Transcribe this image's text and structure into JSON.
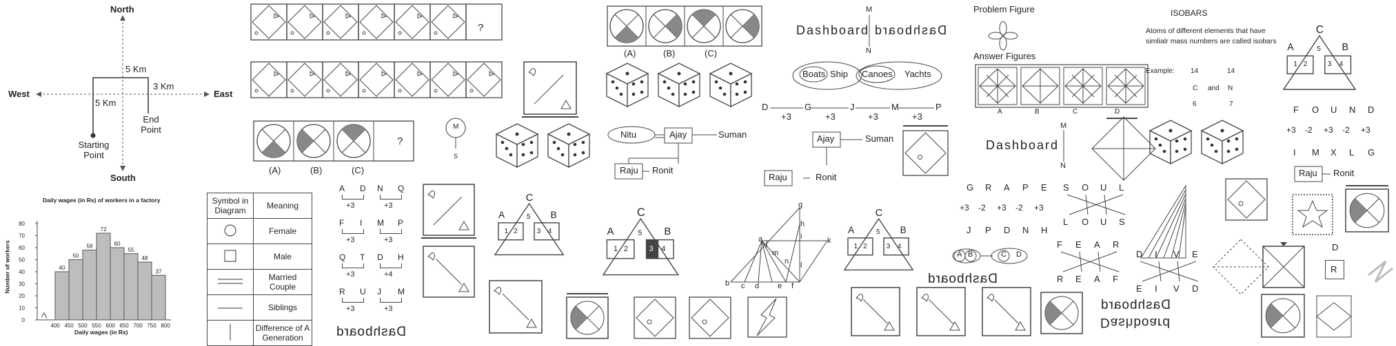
{
  "direction": {
    "north": "North",
    "south": "South",
    "east": "East",
    "west": "West",
    "d1": "5 Km",
    "d2": "3 Km",
    "d3": "5 Km",
    "start": "Starting Point",
    "end": "End Point"
  },
  "wages": {
    "chart_data": {
      "type": "bar",
      "title": "Daily wages (in Rs) of workers in a factory",
      "xlabel": "Daily wages (in Rs)",
      "ylabel": "Number of workers",
      "categories": [
        "400",
        "450",
        "500",
        "550",
        "600",
        "650",
        "700",
        "750",
        "800"
      ],
      "values": [
        40,
        50,
        58,
        72,
        60,
        55,
        48,
        37
      ],
      "ylim": [
        0,
        80
      ],
      "yticks": [
        0,
        10,
        20,
        30,
        40,
        50,
        60,
        70,
        80
      ]
    },
    "val_labels": [
      "40",
      "50",
      "58",
      "72",
      "60",
      "55",
      "48",
      "37"
    ]
  },
  "symbols": {
    "h1": "Symbol in Diagram",
    "h2": "Meaning",
    "rows": [
      "Female",
      "Male",
      "Married Couple",
      "Siblings",
      "Difference of A Generation"
    ]
  },
  "series_q": "?",
  "circles_opts": [
    "(A)",
    "(B)",
    "(C)"
  ],
  "pedigree1": {
    "m": "M",
    "s": "S"
  },
  "letter_pairs": [
    {
      "a": "A",
      "b": "D",
      "n": "+3"
    },
    {
      "a": "N",
      "b": "Q",
      "n": "+3"
    },
    {
      "a": "F",
      "b": "I",
      "n": "+3"
    },
    {
      "a": "M",
      "b": "P",
      "n": "+3"
    },
    {
      "a": "Q",
      "b": "T",
      "n": "+3"
    },
    {
      "a": "D",
      "b": "H",
      "n": "+4"
    },
    {
      "a": "R",
      "b": "U",
      "n": "+3"
    },
    {
      "a": "J",
      "b": "M",
      "n": "+3"
    }
  ],
  "mirror_word": "Dashboard",
  "venn": {
    "c": "C",
    "a": "A",
    "b": "B",
    "n1": "1",
    "n2": "2",
    "n3": "3",
    "n4": "4",
    "n5": "5"
  },
  "relations": {
    "nitu": "Nitu",
    "ajay": "Ajay",
    "suman": "Suman",
    "raju": "Raju",
    "ronit": "Ronit"
  },
  "triangle_lbl": {
    "a": "a",
    "b": "b",
    "c": "c",
    "d": "d",
    "e": "e",
    "f": "f",
    "g": "g",
    "h": "h",
    "i": "i",
    "j": "j",
    "k": "k",
    "l": "l",
    "m": "m",
    "n": "n"
  },
  "dash_m": {
    "m": "M",
    "n": "N",
    "word": "Dashboard"
  },
  "ships": {
    "boats": "Boats",
    "ship": "Ship",
    "canoes": "Canoes",
    "yachts": "Yachts"
  },
  "seq": {
    "d": "D",
    "g": "G",
    "j": "J",
    "m": "M",
    "p": "P",
    "inc": "+3"
  },
  "problem": {
    "problem": "Problem Figure",
    "answer": "Answer Figures",
    "opts": [
      "A",
      "B",
      "C",
      "D"
    ]
  },
  "isobars": {
    "title": "ISOBARS",
    "text": "Atoms of different elements that have simlialr mass numbers are called isobars",
    "example": "Example:",
    "n1": "14",
    "n2": "14",
    "c": "C",
    "and": "and",
    "n": "N",
    "z1": "6",
    "z2": "7"
  },
  "found": {
    "top": [
      "F",
      "O",
      "U",
      "N",
      "D"
    ],
    "ops": [
      "+3",
      "-2",
      "+3",
      "-2",
      "+3"
    ],
    "bot": [
      "I",
      "M",
      "X",
      "L",
      "G"
    ]
  },
  "grape": {
    "top": [
      "G",
      "R",
      "A",
      "P",
      "E"
    ],
    "ops": [
      "+3",
      "-2",
      "+3",
      "-2",
      "+3"
    ],
    "bot": [
      "J",
      "P",
      "D",
      "N",
      "H"
    ]
  },
  "soul": {
    "top": [
      "S",
      "O",
      "U",
      "L"
    ],
    "bot": [
      "L",
      "O",
      "U",
      "S"
    ]
  },
  "fear": {
    "top": [
      "F",
      "E",
      "A",
      "R"
    ],
    "bot": [
      "R",
      "E",
      "A",
      "F"
    ]
  },
  "dive": {
    "top": [
      "D",
      "I",
      "V",
      "E"
    ],
    "bot": [
      "E",
      "I",
      "V",
      "D"
    ]
  },
  "abcd": {
    "a": "A",
    "b": "B",
    "c": "C",
    "d": "D"
  },
  "dr": {
    "d": "D",
    "r": "R"
  }
}
